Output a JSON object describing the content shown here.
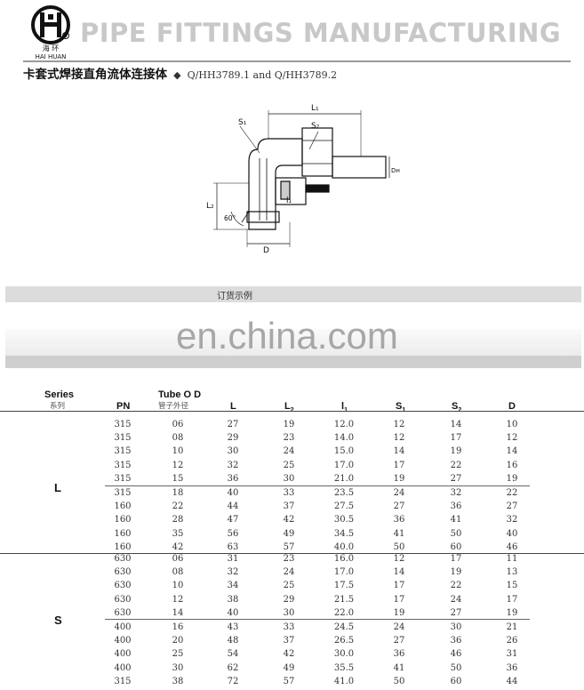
{
  "header": {
    "brand_cn": "海 环",
    "brand_en": "HAI HUAN",
    "banner": "PIPE FITTINGS MANUFACTURING"
  },
  "subtitle": {
    "title_cn": "卡套式焊接直角流体连接体",
    "bullet": "◆",
    "standard": "Q/HH3789.1 and Q/HH3789.2"
  },
  "drawing_labels": {
    "s1": "S₁",
    "s2": "S₂",
    "l1_top": "L₁",
    "l2": "L₂",
    "l1_small": "l₁",
    "angle": "60°",
    "d_bottom": "D",
    "dn": "Dн"
  },
  "order_bar": "订货示例",
  "watermark": "en.china.com",
  "table": {
    "headers": {
      "series": "Series",
      "series_cn": "系列",
      "pn": "PN",
      "tube": "Tube O D",
      "tube_cn": "管子外径",
      "l": "L",
      "l2": "L",
      "l2_sub": "2",
      "l1": "l",
      "l1_sub": "1",
      "s1": "S",
      "s1_sub": "1",
      "s2": "S",
      "s2_sub": "2",
      "d": "D"
    },
    "series_l": "L",
    "series_s": "S",
    "rows_l": [
      [
        "315",
        "06",
        "27",
        "19",
        "12.0",
        "12",
        "14",
        "10"
      ],
      [
        "315",
        "08",
        "29",
        "23",
        "14.0",
        "12",
        "17",
        "12"
      ],
      [
        "315",
        "10",
        "30",
        "24",
        "15.0",
        "14",
        "19",
        "14"
      ],
      [
        "315",
        "12",
        "32",
        "25",
        "17.0",
        "17",
        "22",
        "16"
      ],
      [
        "315",
        "15",
        "36",
        "30",
        "21.0",
        "19",
        "27",
        "19"
      ],
      [
        "315",
        "18",
        "40",
        "33",
        "23.5",
        "24",
        "32",
        "22"
      ],
      [
        "160",
        "22",
        "44",
        "37",
        "27.5",
        "27",
        "36",
        "27"
      ],
      [
        "160",
        "28",
        "47",
        "42",
        "30.5",
        "36",
        "41",
        "32"
      ],
      [
        "160",
        "35",
        "56",
        "49",
        "34.5",
        "41",
        "50",
        "40"
      ],
      [
        "160",
        "42",
        "63",
        "57",
        "40.0",
        "50",
        "60",
        "46"
      ]
    ],
    "rows_s": [
      [
        "630",
        "06",
        "31",
        "23",
        "16.0",
        "12",
        "17",
        "11"
      ],
      [
        "630",
        "08",
        "32",
        "24",
        "17.0",
        "14",
        "19",
        "13"
      ],
      [
        "630",
        "10",
        "34",
        "25",
        "17.5",
        "17",
        "22",
        "15"
      ],
      [
        "630",
        "12",
        "38",
        "29",
        "21.5",
        "17",
        "24",
        "17"
      ],
      [
        "630",
        "14",
        "40",
        "30",
        "22.0",
        "19",
        "27",
        "19"
      ],
      [
        "400",
        "16",
        "43",
        "33",
        "24.5",
        "24",
        "30",
        "21"
      ],
      [
        "400",
        "20",
        "48",
        "37",
        "26.5",
        "27",
        "36",
        "26"
      ],
      [
        "400",
        "25",
        "54",
        "42",
        "30.0",
        "36",
        "46",
        "31"
      ],
      [
        "400",
        "30",
        "62",
        "49",
        "35.5",
        "41",
        "50",
        "36"
      ],
      [
        "315",
        "38",
        "72",
        "57",
        "41.0",
        "50",
        "60",
        "44"
      ]
    ]
  }
}
